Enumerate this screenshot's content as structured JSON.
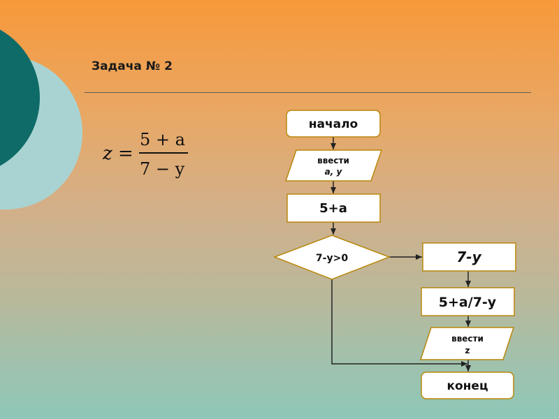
{
  "slide": {
    "title": "Задача № 2",
    "formula": {
      "lhs": "z",
      "equals": "=",
      "numerator": "5 + a",
      "denominator": "7 − y"
    }
  },
  "flowchart": {
    "start": "начало",
    "input_line1": "ввести",
    "input_line2": "a, y",
    "step1": "5+a",
    "condition": "7-y>0",
    "step2": "7-y",
    "step3": "5+a/7-y",
    "output_line1": "ввести",
    "output_line2": "z",
    "end": "конец"
  },
  "colors": {
    "circle_dark": "#0f6b68",
    "circle_light": "#a9d3d2",
    "node_fill": "#ffffff",
    "node_stroke": "#b8860b"
  }
}
